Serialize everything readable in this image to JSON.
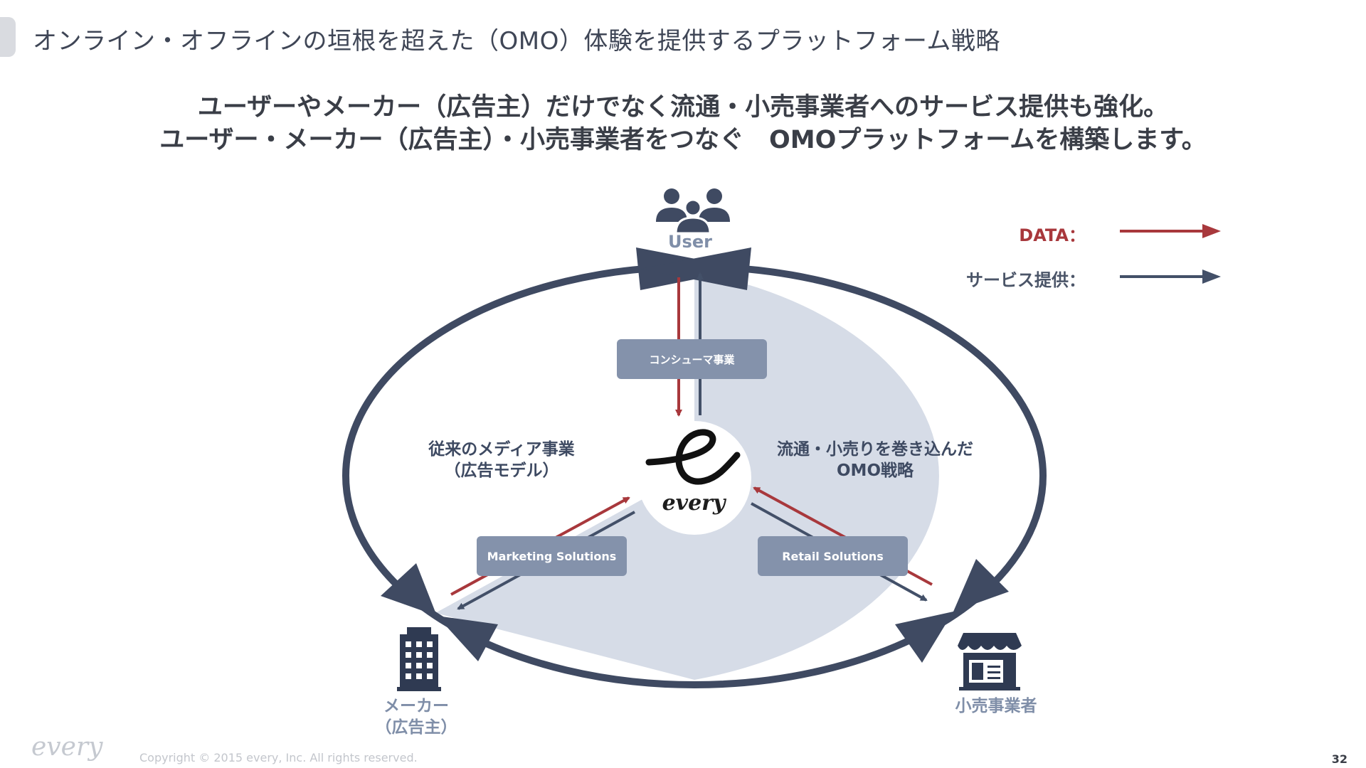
{
  "slide": {
    "title": "オンライン・オフラインの垣根を超えた（OMO）体験を提供するプラットフォーム戦略",
    "headline": [
      "ユーザーやメーカー（広告主）だけでなく流通・小売事業者へのサービス提供も強化。",
      "ユーザー・メーカー（広告主）・小売事業者をつなぐ　OMOプラットフォームを構築します。"
    ],
    "page_number": "32"
  },
  "diagram": {
    "nodes": {
      "user": "User",
      "maker": [
        "メーカー",
        "（広告主）"
      ],
      "retailer": "小売事業者",
      "center_logo": "every"
    },
    "businesses": {
      "consumer": "コンシューマ事業",
      "marketing": "Marketing Solutions",
      "retail": "Retail Solutions"
    },
    "regions": {
      "left": [
        "従来のメディア事業",
        "（広告モデル）"
      ],
      "right": [
        "流通・小売りを巻き込んだ",
        "OMO戦略"
      ]
    },
    "legend": {
      "data": "DATA：",
      "service": "サービス提供："
    },
    "colors": {
      "data_arrow": "#a8383c",
      "service_arrow": "#435068",
      "ring": "#3f4a62",
      "region_fill": "#d6dce7",
      "box": "#8492ab",
      "label_muted": "#7f8ea8"
    },
    "icons": [
      "users-icon",
      "office-building-icon",
      "storefront-icon",
      "every-logo-icon"
    ]
  },
  "footer": {
    "logo": "every",
    "copyright": "Copyright © 2015 every, Inc. All rights reserved."
  }
}
